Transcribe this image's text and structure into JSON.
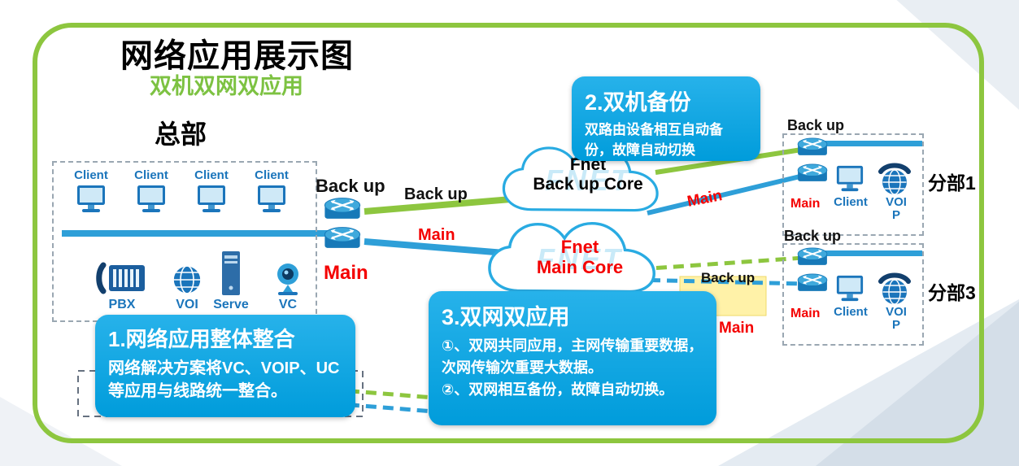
{
  "page": {
    "title": "网络应用展示图",
    "subtitle": "双机双网双应用"
  },
  "hq": {
    "label": "总部",
    "clients": [
      "Client",
      "Client",
      "Client",
      "Client"
    ],
    "devices": [
      "PBX",
      "VOI",
      "Serve",
      "VC"
    ],
    "router_backup_label": "Back up",
    "router_main_label": "Main"
  },
  "lines": {
    "backup_label": "Back up",
    "main_label": "Main",
    "branch1_main_label": "Main",
    "branch3_backup_label": "Back up",
    "branch3_main_label": "Main"
  },
  "clouds": {
    "backup": {
      "name_line1": "Fnet",
      "name_line2": "Back up Core",
      "watermark": "FNET"
    },
    "main": {
      "name_line1": "Fnet",
      "name_line2": "Main Core",
      "watermark": "FNET"
    }
  },
  "branches": [
    {
      "name": "分部1",
      "backup_label": "Back up",
      "main_label": "Main",
      "client_label": "Client",
      "voip_label": "VOIP"
    },
    {
      "name": "分部3",
      "backup_label": "Back up",
      "main_label": "Main",
      "client_label": "Client",
      "voip_label": "VOIP"
    }
  ],
  "callouts": [
    {
      "title": "1.网络应用整体整合",
      "body": "网络解决方案将VC、VOIP、UC等应用与线路统一整合。"
    },
    {
      "title": "2.双机备份",
      "body": "双路由设备相互自动备份，故障自动切换"
    },
    {
      "title": "3.双网双应用",
      "body_line1": "①、双网共同应用，主网传输重要数据，次网传输次重要大数据。",
      "body_line2": "②、双网相互备份，故障自动切换。"
    }
  ],
  "icons": {
    "computer": "computer-icon",
    "router": "router-icon",
    "globe": "voip-globe-icon",
    "pbx": "pbx-phone-icon",
    "server": "server-icon",
    "camera": "video-camera-icon",
    "voip_phone": "voip-phone-icon",
    "cloud": "cloud-shape"
  },
  "colors": {
    "frame_green": "#8DC63F",
    "line_green": "#8DC63F",
    "line_blue": "#2E9FD8",
    "callout_blue": "#00A3E6",
    "main_red": "#F40000",
    "highlight_yellow": "#FFF2A8"
  }
}
